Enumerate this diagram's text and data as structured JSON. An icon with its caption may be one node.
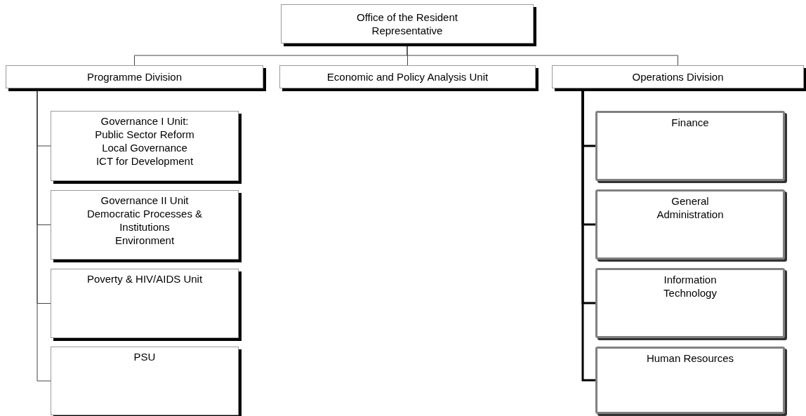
{
  "diagram": {
    "nodes": [
      {
        "text": [
          "Office of the Resident Representative"
        ]
      },
      {
        "text": [
          "Programme Division"
        ]
      },
      {
        "text": [
          "Economic and Policy Analysis Unit"
        ]
      },
      {
        "text": [
          "Operations Division"
        ]
      },
      {
        "text": [
          "Governance I Unit:",
          "Public Sector Reform",
          "Local Governance",
          "ICT for Development"
        ]
      },
      {
        "text": [
          "Governance II Unit",
          "Democratic Processes & Institutions",
          "Environment"
        ]
      },
      {
        "text": [
          "Poverty & HIV/AIDS Unit"
        ]
      },
      {
        "text": [
          "PSU"
        ]
      },
      {
        "text": [
          "Finance"
        ]
      },
      {
        "text": [
          "General Administration"
        ]
      },
      {
        "text": [
          "Information Technology"
        ]
      },
      {
        "text": [
          "Human Resources"
        ]
      }
    ],
    "edges": [
      {
        "from": 0,
        "to": 1,
        "arrow": "none"
      },
      {
        "from": 0,
        "to": 2,
        "arrow": "none"
      },
      {
        "from": 0,
        "to": 3,
        "arrow": "none"
      },
      {
        "from": 1,
        "to": 4,
        "arrow": "none"
      },
      {
        "from": 1,
        "to": 5,
        "arrow": "none"
      },
      {
        "from": 1,
        "to": 6,
        "arrow": "none"
      },
      {
        "from": 1,
        "to": 7,
        "arrow": "none"
      },
      {
        "from": 3,
        "to": 8,
        "arrow": "none",
        "style": "thick"
      },
      {
        "from": 3,
        "to": 9,
        "arrow": "none",
        "style": "thick"
      },
      {
        "from": 3,
        "to": 10,
        "arrow": "none",
        "style": "thick"
      },
      {
        "from": 3,
        "to": 11,
        "arrow": "none",
        "style": "thick"
      }
    ]
  }
}
